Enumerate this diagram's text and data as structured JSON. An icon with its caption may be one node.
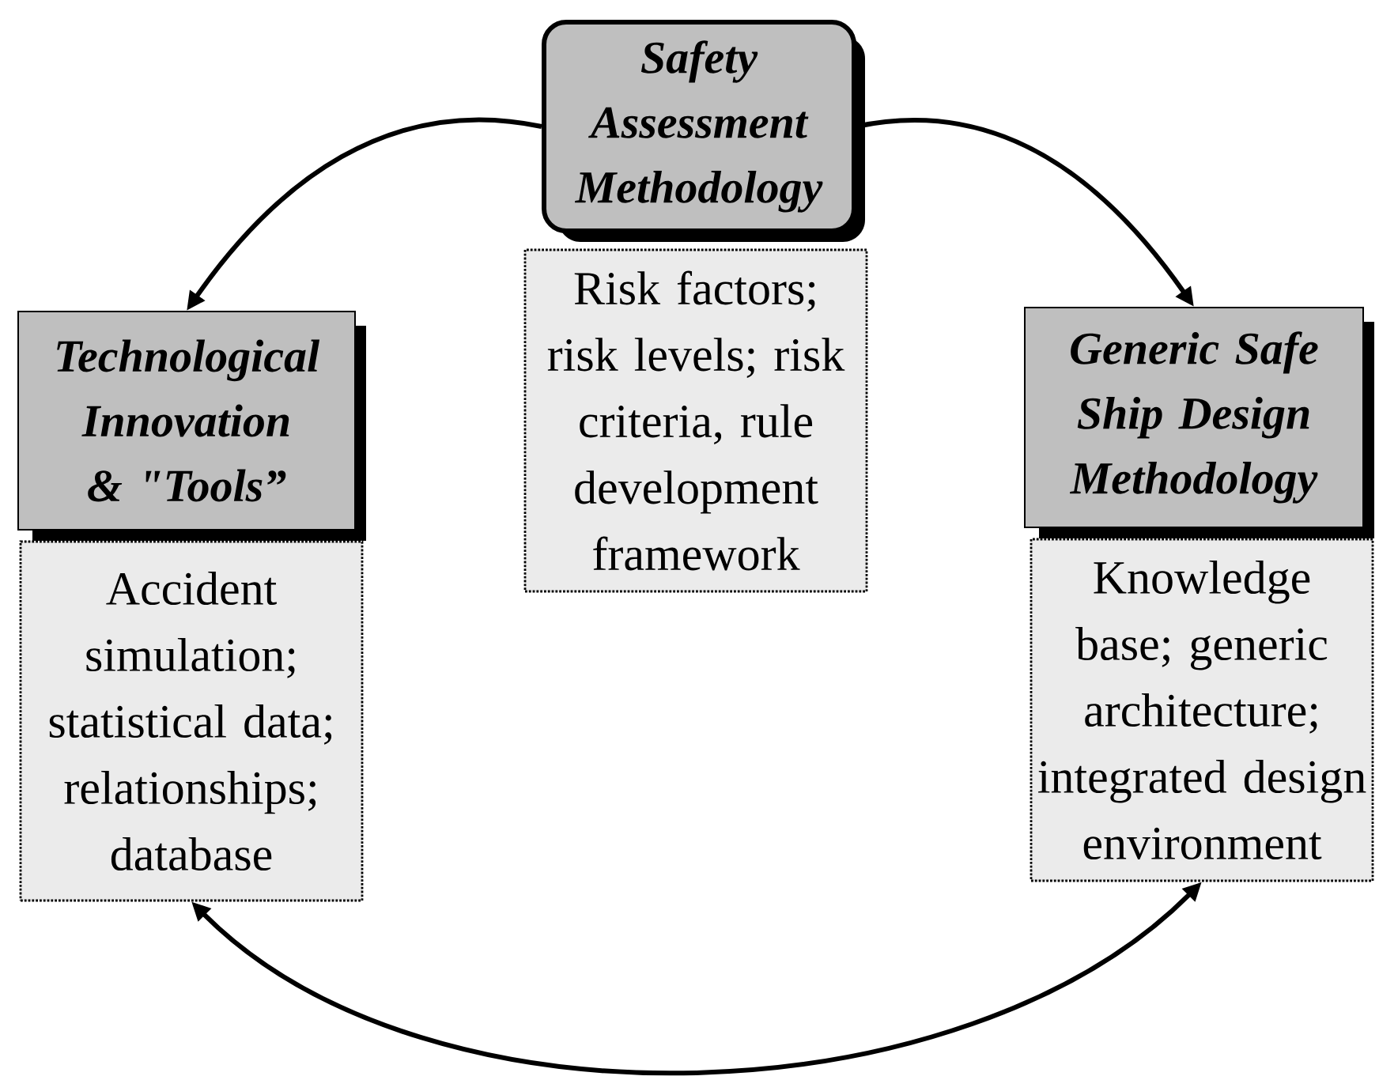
{
  "diagram": {
    "nodes": [
      {
        "text": [
          "Safety Assessment Methodology"
        ]
      },
      {
        "text": [
          "Risk factors; risk levels; risk criteria, rule development framework"
        ]
      },
      {
        "text": [
          "Technological Innovation & \"Tools”"
        ]
      },
      {
        "text": [
          "Accident simulation; statistical data; relationships; database"
        ]
      },
      {
        "text": [
          "Generic Safe Ship Design Methodology"
        ]
      },
      {
        "text": [
          "Knowledge base; generic architecture; integrated design environment"
        ]
      }
    ],
    "edges": [
      {
        "from": 0,
        "to": 2,
        "arrow": "to"
      },
      {
        "from": 0,
        "to": 4,
        "arrow": "to"
      },
      {
        "from": 5,
        "to": 3,
        "arrow": "both"
      }
    ]
  }
}
